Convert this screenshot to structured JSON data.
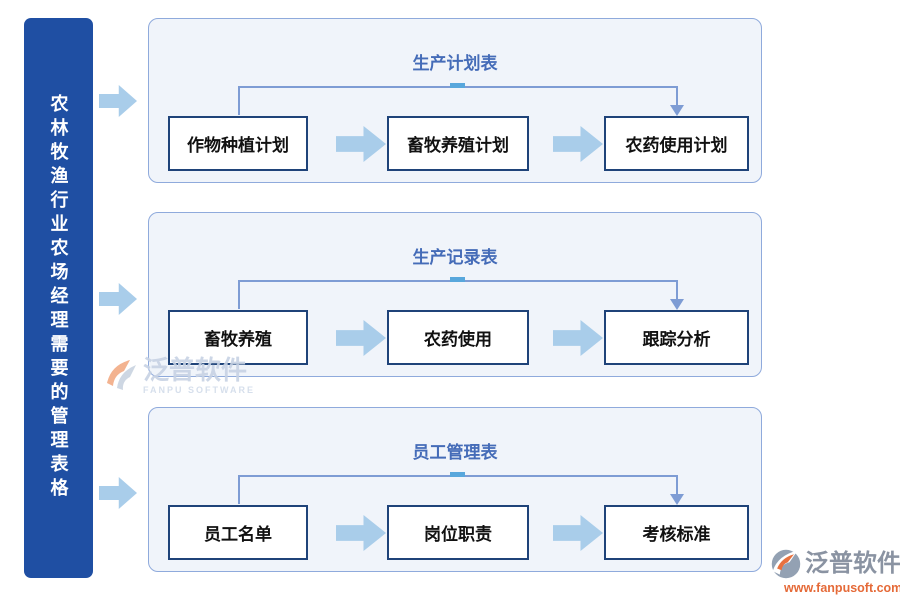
{
  "sidebar": {
    "label": "农林牧渔行业农场经理需要的管理表格"
  },
  "panels": [
    {
      "title": "生产计划表",
      "boxes": [
        "作物种植计划",
        "畜牧养殖计划",
        "农药使用计划"
      ]
    },
    {
      "title": "生产记录表",
      "boxes": [
        "畜牧养殖",
        "农药使用",
        "跟踪分析"
      ]
    },
    {
      "title": "员工管理表",
      "boxes": [
        "员工名单",
        "岗位职责",
        "考核标准"
      ]
    }
  ],
  "watermarks": {
    "inline": {
      "brand": "泛普软件",
      "subtitle": "FANPU SOFTWARE"
    },
    "corner": {
      "brand": "泛普软件",
      "url": "www.fanpusoft.com"
    }
  },
  "colors": {
    "sidebar_bg": "#1F4FA3",
    "sidebar_text": "#FFFFFF",
    "panel_bg": "#F0F4FA",
    "panel_border": "#8FAADC",
    "panel_title": "#456CB8",
    "node_border": "#1F4379",
    "node_text": "#111111",
    "connector_line": "#7E9CD4",
    "connector_tick": "#58A7DC",
    "block_arrow": "#A9CDEA",
    "watermark_gray": "#8A93A2",
    "watermark_orange": "#E56A38"
  }
}
